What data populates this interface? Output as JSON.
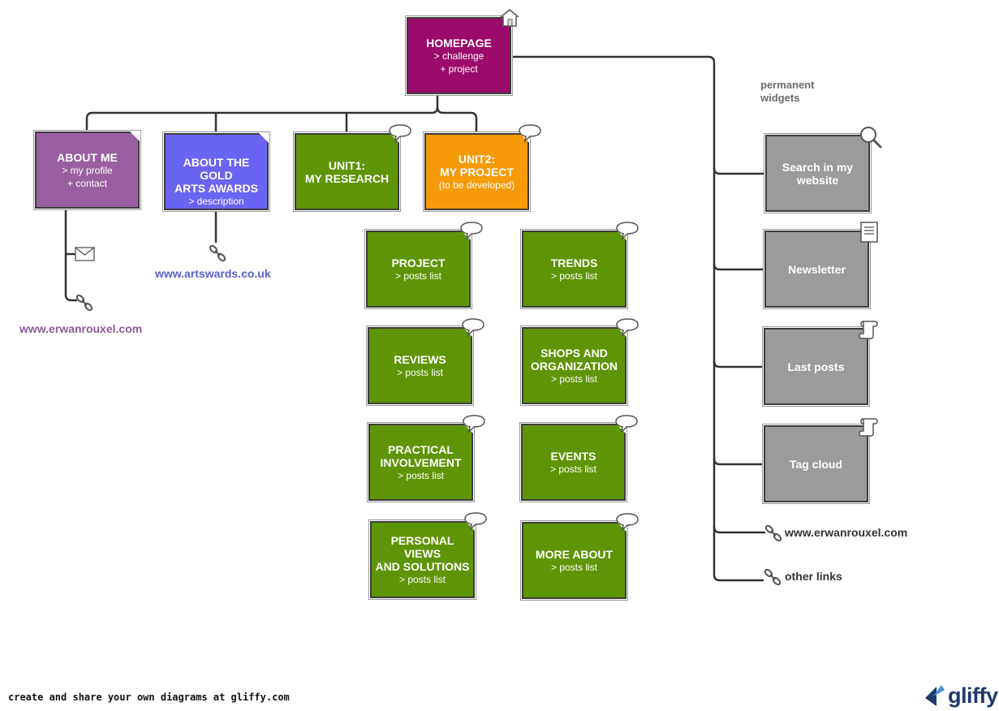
{
  "homepage": {
    "title": "HOMEPAGE",
    "sub": "> challenge\n+ project"
  },
  "sections": {
    "about_me": {
      "title": "ABOUT ME",
      "sub": "> my profile\n+ contact"
    },
    "gold_awards": {
      "title": "ABOUT THE GOLD\nARTS AWARDS",
      "sub": "> description"
    },
    "unit1": {
      "title": "UNIT1:\nMY RESEARCH",
      "sub": ""
    },
    "unit2": {
      "title": "UNIT2:\nMY PROJECT",
      "sub": "(to be developed)"
    }
  },
  "posts": {
    "project": {
      "title": "PROJECT",
      "sub": "> posts list"
    },
    "trends": {
      "title": "TRENDS",
      "sub": "> posts list"
    },
    "reviews": {
      "title": "REVIEWS",
      "sub": "> posts list"
    },
    "shops": {
      "title": "SHOPS AND\nORGANIZATION",
      "sub": "> posts list"
    },
    "practical": {
      "title": "PRACTICAL\nINVOLVEMENT",
      "sub": "> posts list"
    },
    "events": {
      "title": "EVENTS",
      "sub": "> posts list"
    },
    "personal": {
      "title": "PERSONAL VIEWS\nAND SOLUTIONS",
      "sub": "> posts list"
    },
    "more_about": {
      "title": "MORE ABOUT",
      "sub": "> posts list"
    }
  },
  "widgets": {
    "heading": "permanent\nwidgets",
    "search": "Search in my\nwebsite",
    "newsletter": "Newsletter",
    "last_posts": "Last posts",
    "tag_cloud": "Tag cloud",
    "link_site": "www.erwanrouxel.com",
    "other_links": "other links"
  },
  "links": {
    "erwan": "www.erwanrouxel.com",
    "artswards": "www.artswards.co.uk"
  },
  "colors": {
    "homepage": "#9b0a6b",
    "about_me": "#9a5fa0",
    "gold_awards": "#6a64f2",
    "green": "#5e9506",
    "orange": "#f79a0a",
    "gray": "#9b9b9b",
    "link_purple": "#8a5b97",
    "link_blue": "#5a62c8"
  },
  "icons": [
    "house-icon",
    "speech-bubble-icon",
    "envelope-icon",
    "chain-link-icon",
    "magnifier-icon",
    "document-icon",
    "scroll-icon",
    "gliffy-logo-icon"
  ],
  "footer": {
    "text": "create and share your own diagrams at gliffy.com",
    "logo": "gliffy"
  }
}
